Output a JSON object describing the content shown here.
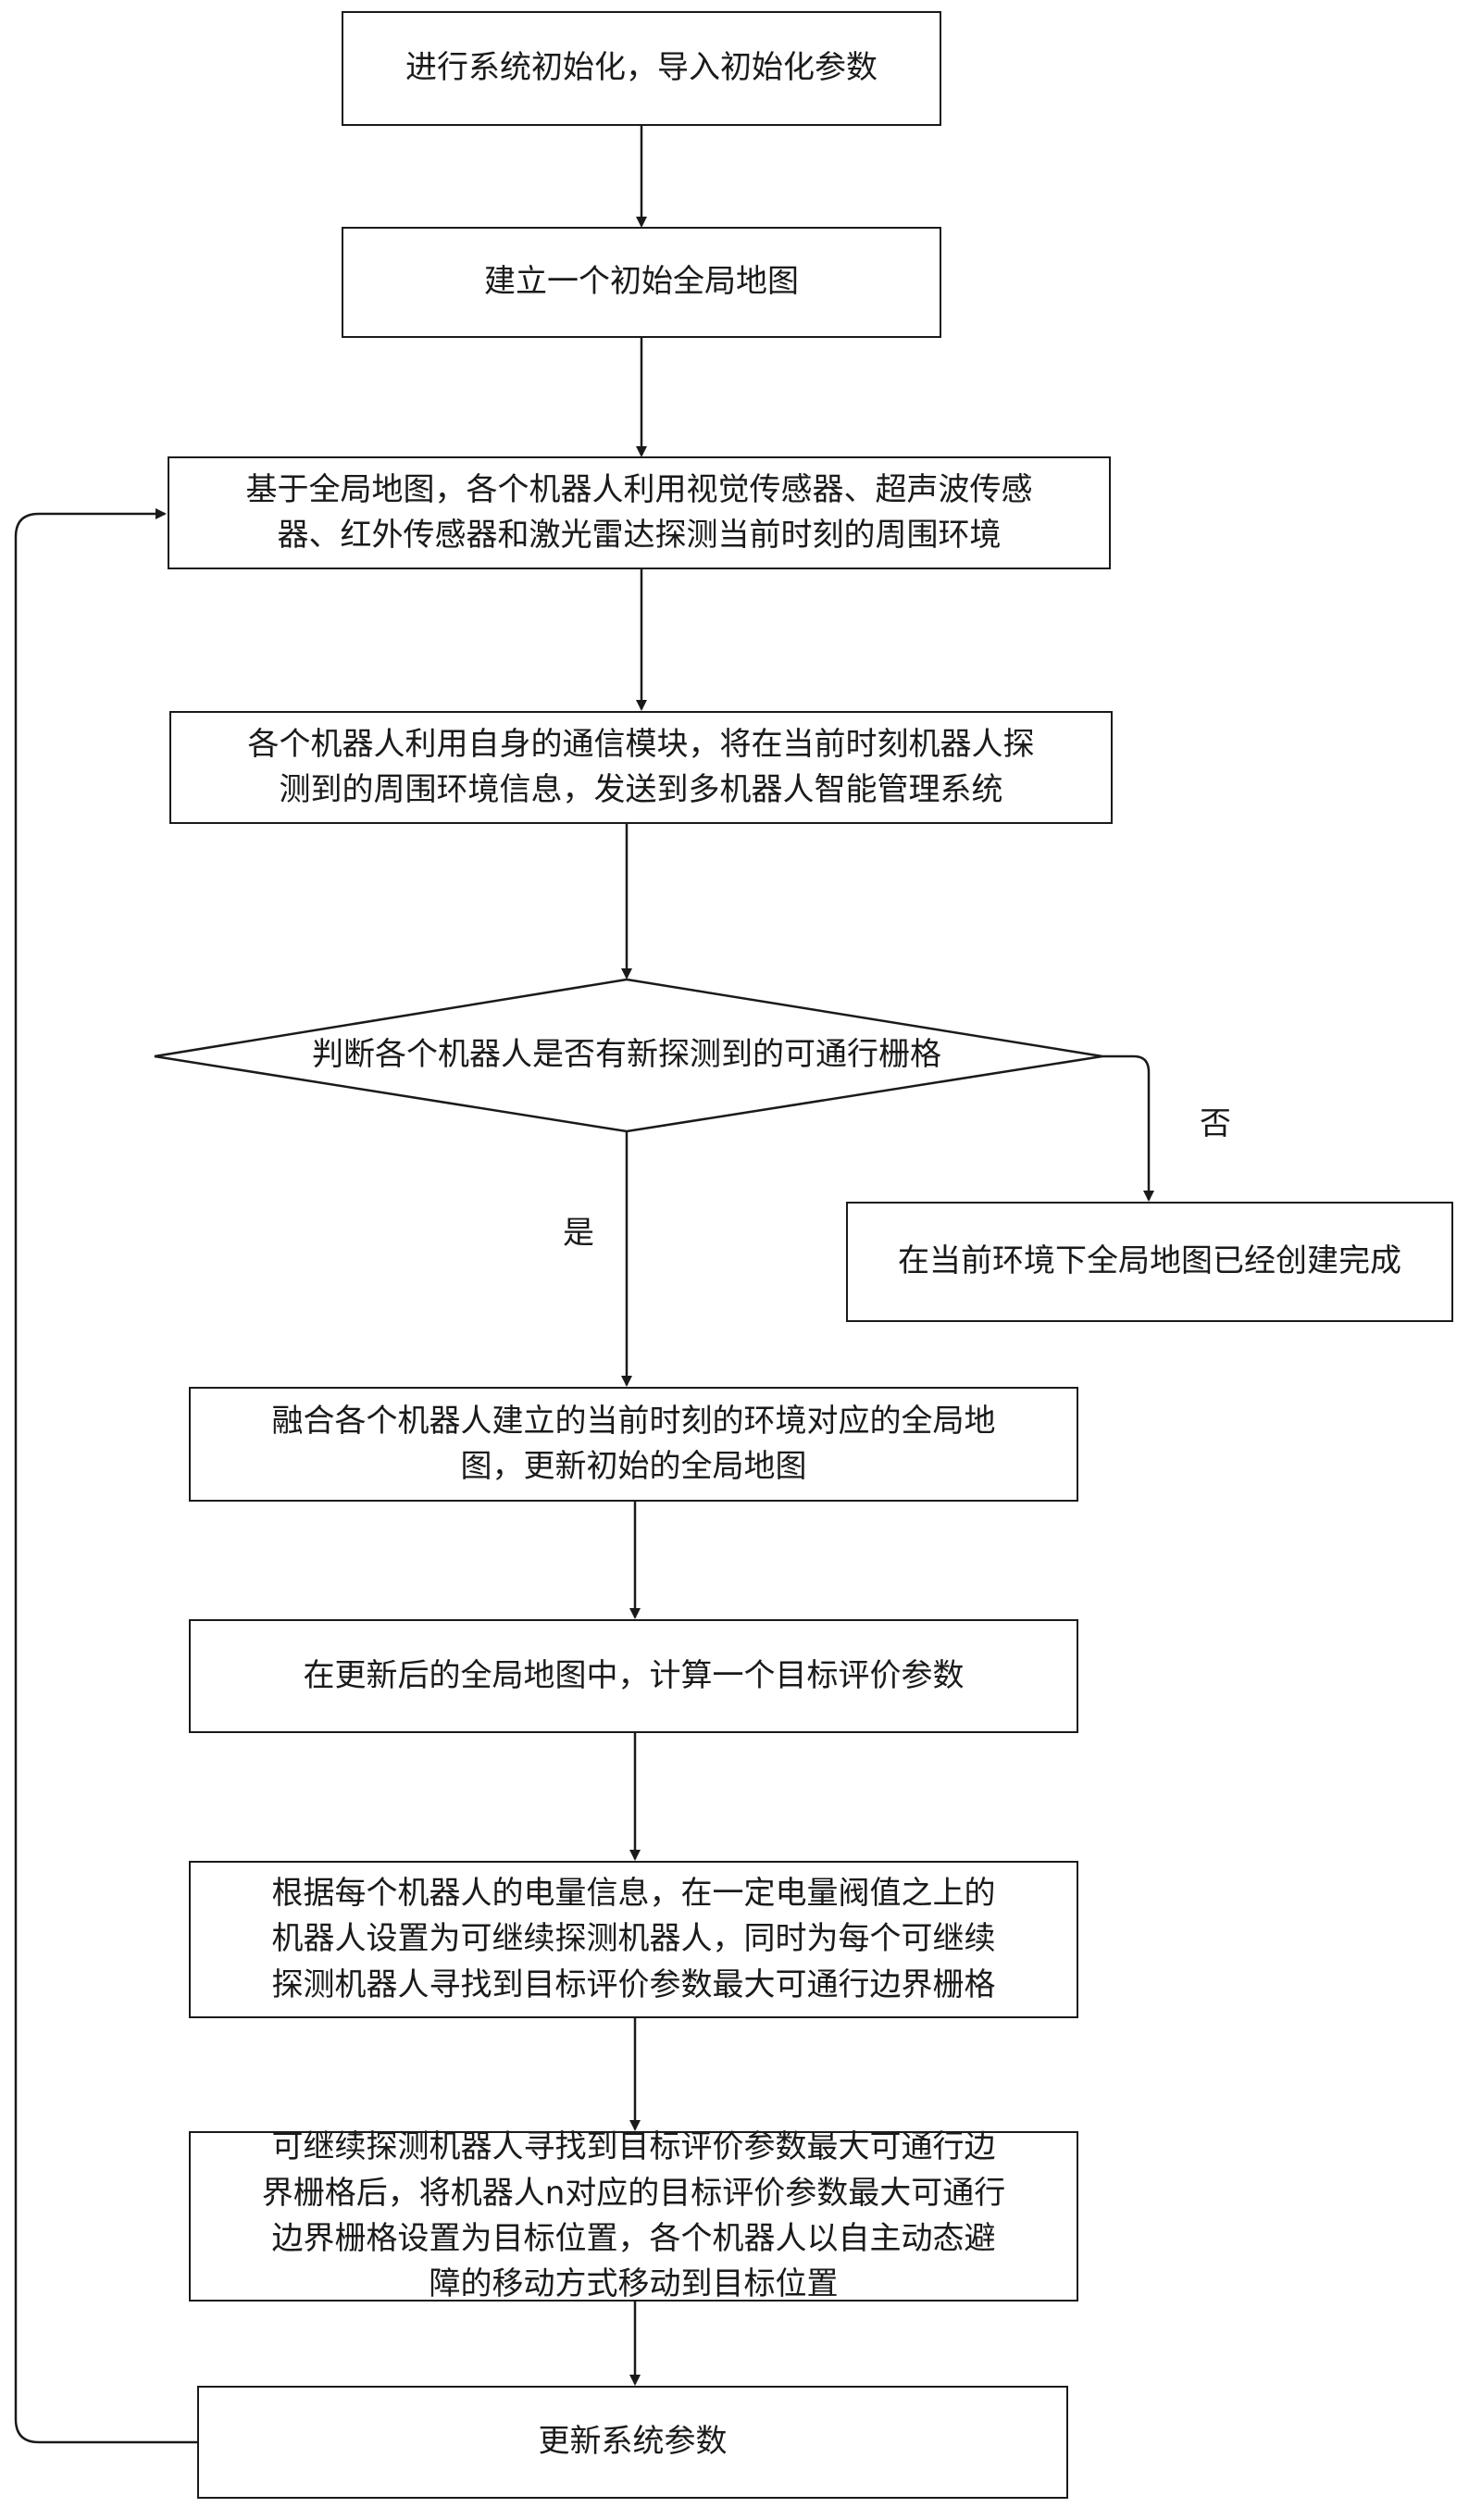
{
  "flowchart": {
    "steps": {
      "init": "进行系统初始化，导入初始化参数",
      "build_map": "建立一个初始全局地图",
      "sense": "基于全局地图，各个机器人利用视觉传感器、超声波传感\n器、红外传感器和激光雷达探测当前时刻的周围环境",
      "send": "各个机器人利用自身的通信模块，将在当前时刻机器人探\n测到的周围环境信息，发送到多机器人智能管理系统",
      "decision": "判断各个机器人是否有新探测到的可通行栅格",
      "done": "在当前环境下全局地图已经创建完成",
      "fuse": "融合各个机器人建立的当前时刻的环境对应的全局地\n图，更新初始的全局地图",
      "compute": "在更新后的全局地图中，计算一个目标评价参数",
      "select": "根据每个机器人的电量信息，在一定电量阀值之上的\n机器人设置为可继续探测机器人，同时为每个可继续\n探测机器人寻找到目标评价参数最大可通行边界栅格",
      "move": "可继续探测机器人寻找到目标评价参数最大可通行边\n界栅格后，将机器人n对应的目标评价参数最大可通行\n边界栅格设置为目标位置，各个机器人以自主动态避\n障的移动方式移动到目标位置",
      "update": "更新系统参数"
    },
    "branch_labels": {
      "no": "否",
      "yes": "是"
    }
  }
}
